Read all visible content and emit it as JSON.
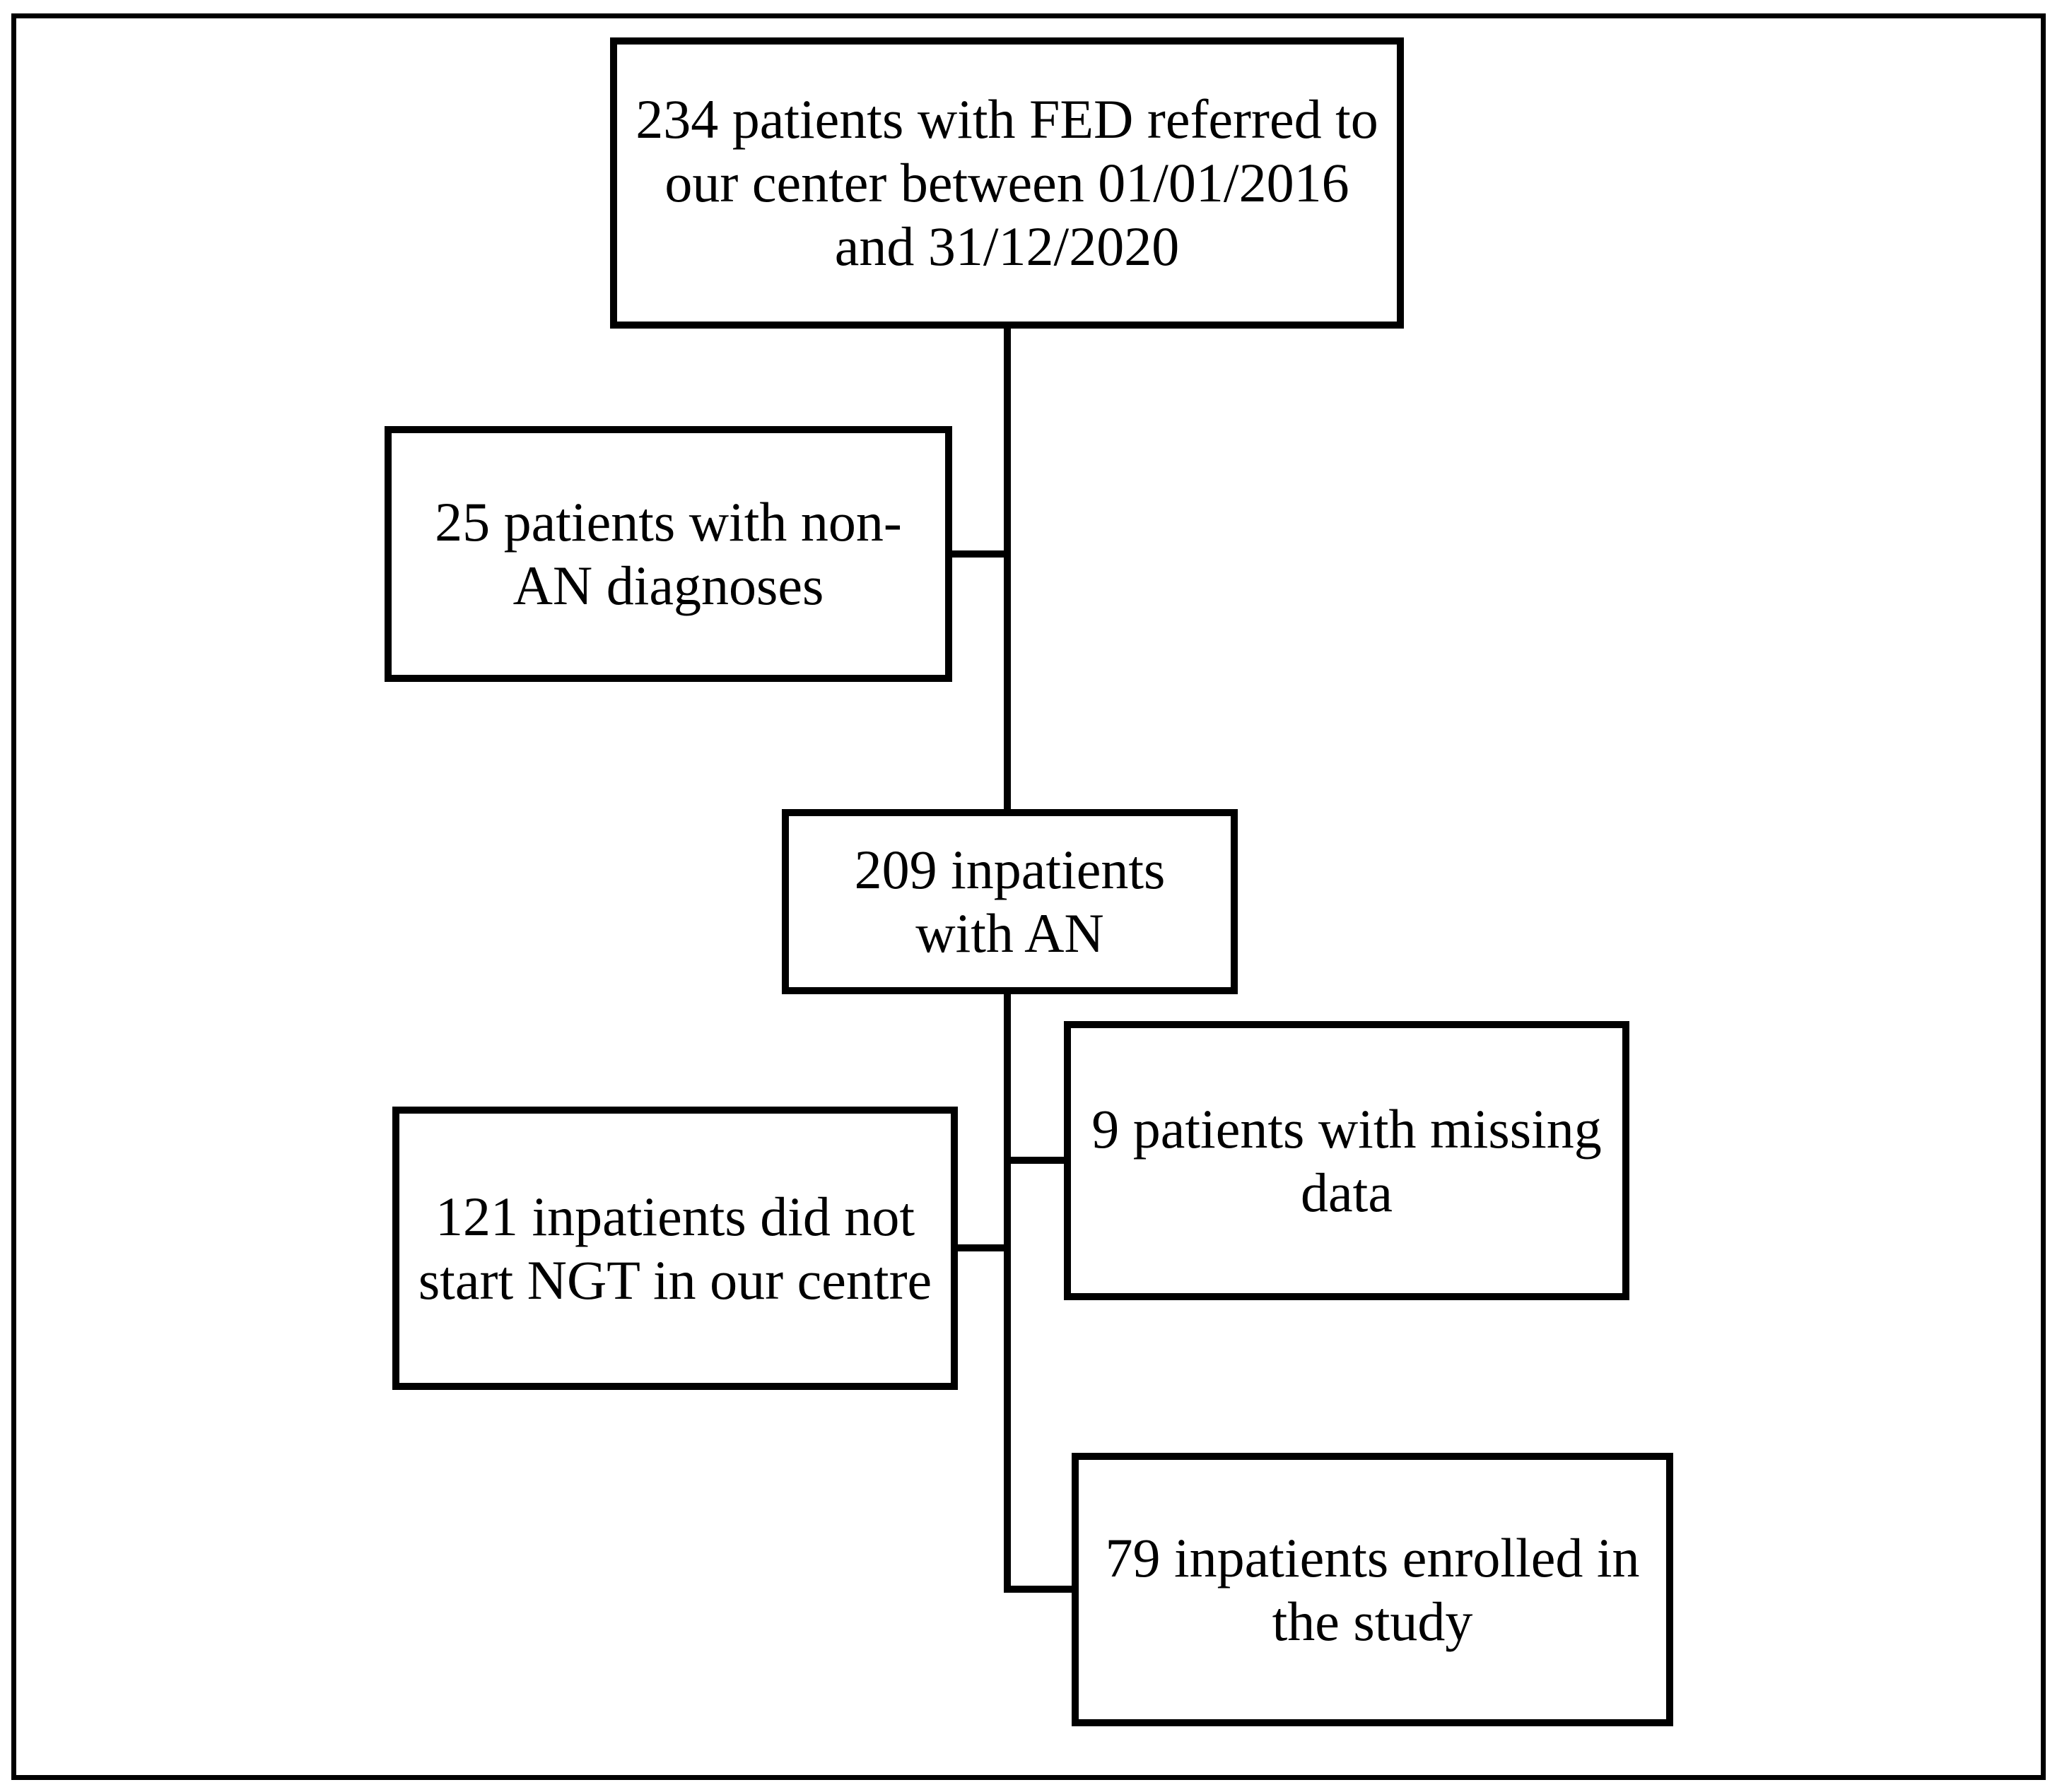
{
  "figure": {
    "type": "patient-flow-diagram",
    "colors": {
      "background": "#ffffff",
      "line": "#000000",
      "text": "#000000"
    },
    "boxes": [
      {
        "id": "referred",
        "text": "234 patients with FED referred to\nour center between 01/01/2016\nand 31/12/2020"
      },
      {
        "id": "non-an",
        "text": "25 patients with non-\nAN diagnoses"
      },
      {
        "id": "inpatients-an",
        "text": "209 inpatients\nwith AN"
      },
      {
        "id": "missing-data",
        "text": "9 patients with missing\ndata"
      },
      {
        "id": "no-ngt",
        "text": "121 inpatients did not\nstart NGT in our centre"
      },
      {
        "id": "enrolled",
        "text": "79 inpatients enrolled in\nthe study"
      }
    ]
  }
}
